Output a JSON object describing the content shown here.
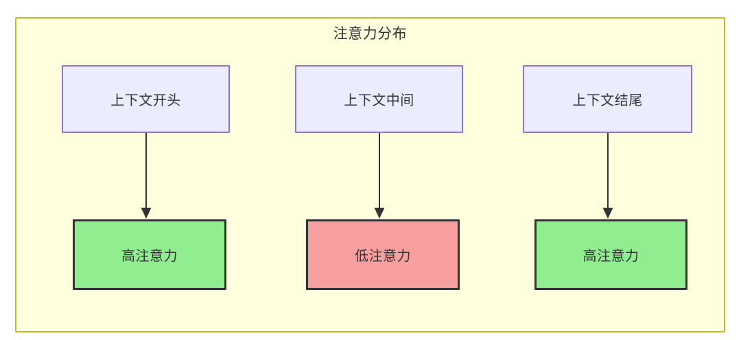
{
  "diagram": {
    "title": "注意力分布",
    "frame": {
      "fill_color": "#ffffdd",
      "border_color": "#bbbb33"
    },
    "colors": {
      "context_node_fill": "#ececff",
      "context_node_border": "#9370db",
      "high_attention_fill": "#90ee90",
      "low_attention_fill": "#f8a0a0",
      "attention_node_border": "#333333",
      "edge_color": "#333333",
      "text_color": "#333333"
    },
    "columns": [
      {
        "id": "start",
        "top_label": "上下文开头",
        "bottom_label": "高注意力",
        "bottom_level": "high"
      },
      {
        "id": "middle",
        "top_label": "上下文中间",
        "bottom_label": "低注意力",
        "bottom_level": "low"
      },
      {
        "id": "end",
        "top_label": "上下文结尾",
        "bottom_label": "高注意力",
        "bottom_level": "high"
      }
    ]
  }
}
